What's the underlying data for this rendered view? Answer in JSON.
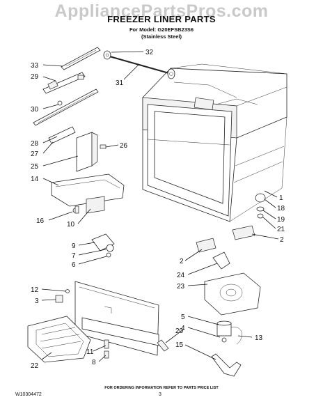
{
  "watermark": "AppliancePartsPros.com",
  "header": {
    "title": "FREEZER LINER PARTS",
    "model_line": "For Model: G20EFSB23S6",
    "finish_line": "(Stainless Steel)"
  },
  "callouts": [
    {
      "id": "c33",
      "label": "33"
    },
    {
      "id": "c29",
      "label": "29"
    },
    {
      "id": "c30",
      "label": "30"
    },
    {
      "id": "c28",
      "label": "28"
    },
    {
      "id": "c27",
      "label": "27"
    },
    {
      "id": "c26",
      "label": "26"
    },
    {
      "id": "c25",
      "label": "25"
    },
    {
      "id": "c14",
      "label": "14"
    },
    {
      "id": "c16",
      "label": "16"
    },
    {
      "id": "c10",
      "label": "10"
    },
    {
      "id": "c9",
      "label": "9"
    },
    {
      "id": "c7",
      "label": "7"
    },
    {
      "id": "c6",
      "label": "6"
    },
    {
      "id": "c12",
      "label": "12"
    },
    {
      "id": "c3",
      "label": "3"
    },
    {
      "id": "c22",
      "label": "22"
    },
    {
      "id": "c11",
      "label": "11"
    },
    {
      "id": "c8",
      "label": "8"
    },
    {
      "id": "c32",
      "label": "32"
    },
    {
      "id": "c31",
      "label": "31"
    },
    {
      "id": "c1",
      "label": "1"
    },
    {
      "id": "c18",
      "label": "18"
    },
    {
      "id": "c19",
      "label": "19"
    },
    {
      "id": "c21",
      "label": "21"
    },
    {
      "id": "c2a",
      "label": "2"
    },
    {
      "id": "c2b",
      "label": "2"
    },
    {
      "id": "c24",
      "label": "24"
    },
    {
      "id": "c23",
      "label": "23"
    },
    {
      "id": "c5",
      "label": "5"
    },
    {
      "id": "c4",
      "label": "4"
    },
    {
      "id": "c13",
      "label": "13"
    },
    {
      "id": "c20",
      "label": "20"
    },
    {
      "id": "c15",
      "label": "15"
    }
  ],
  "footer": {
    "ordering_note": "FOR ORDERING INFORMATION REFER TO PARTS PRICE LIST",
    "doc_id": "W10304472",
    "page_number": "3"
  }
}
